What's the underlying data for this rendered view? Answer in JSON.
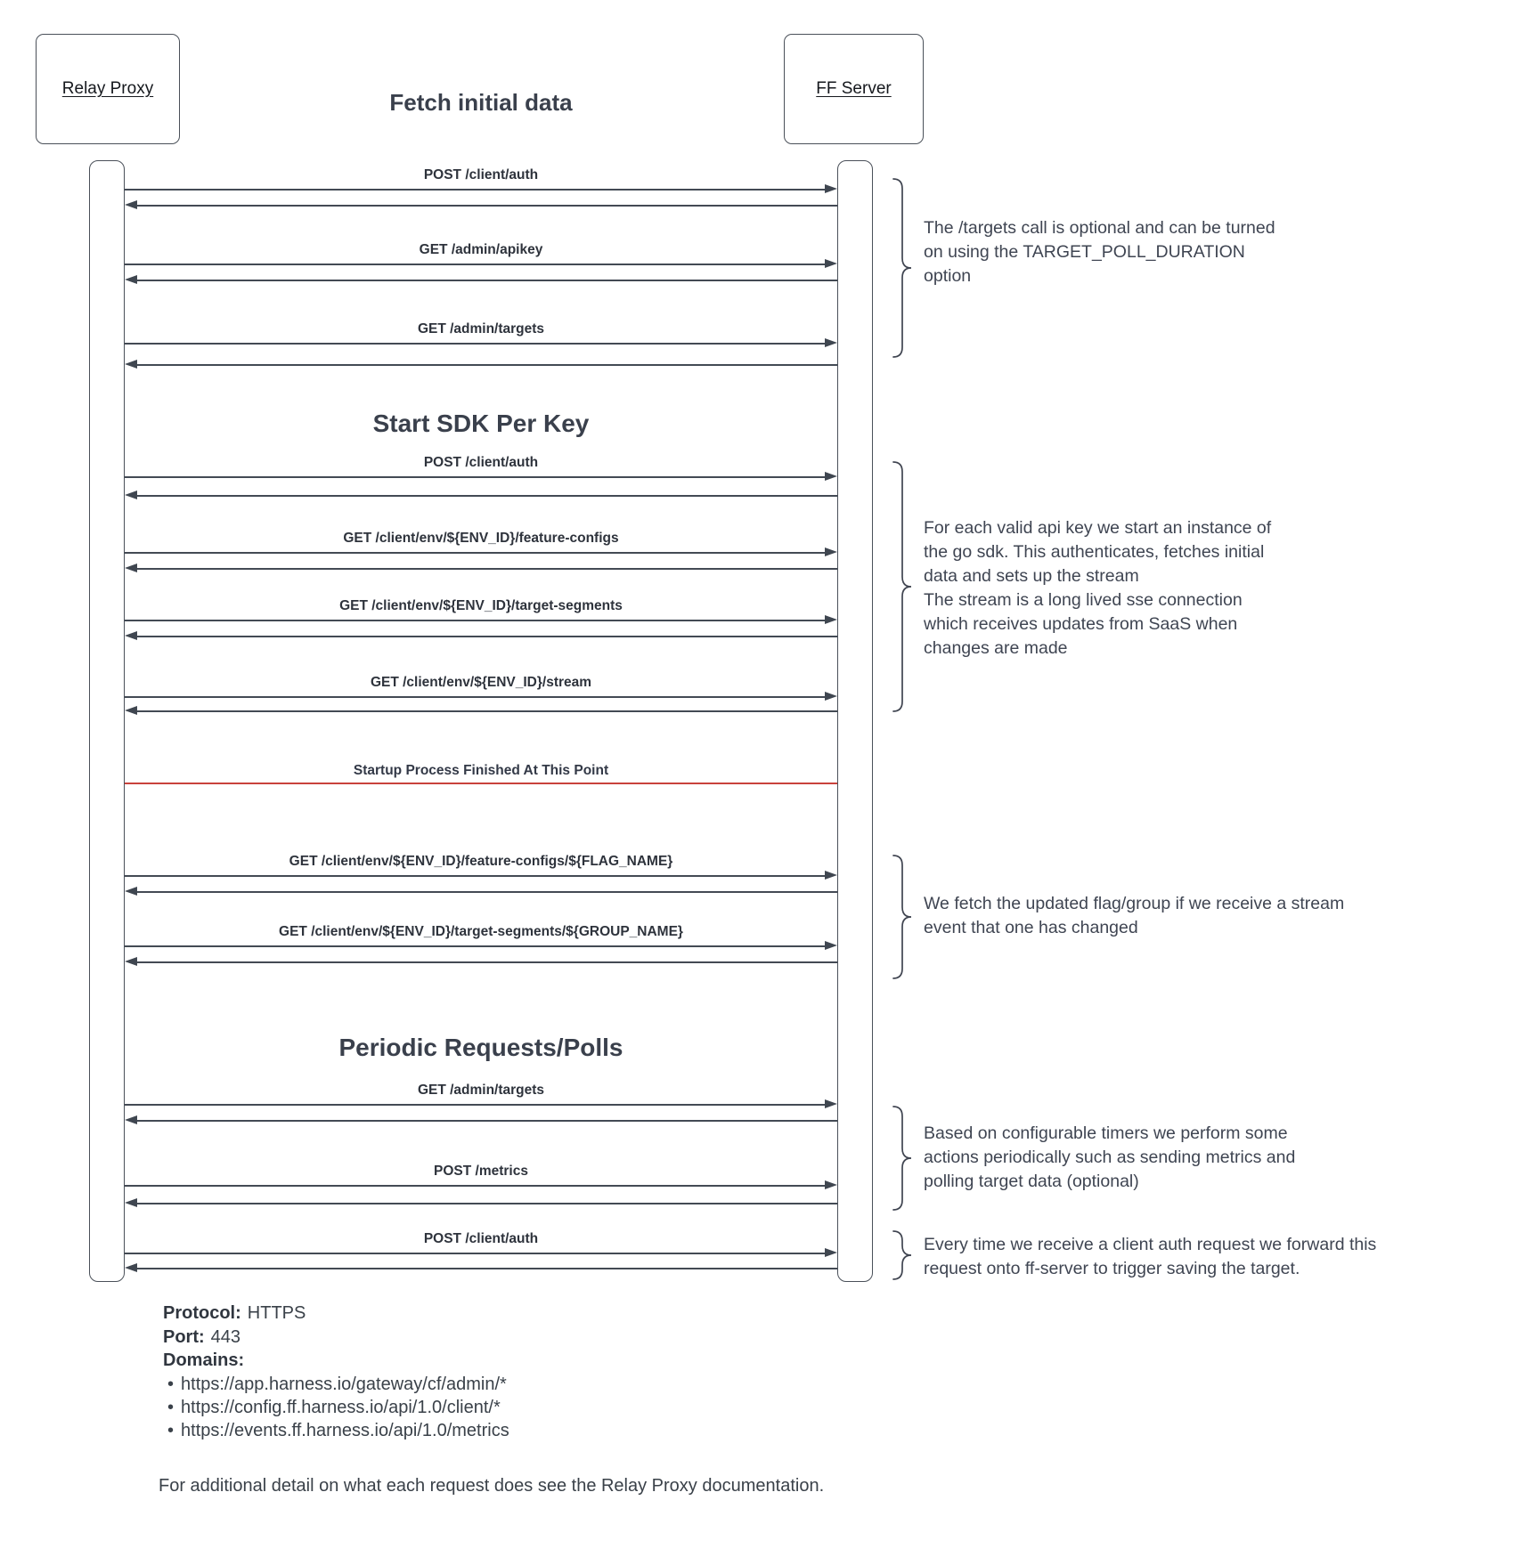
{
  "diagram": {
    "actors": [
      {
        "label": "Relay Proxy"
      },
      {
        "label": "FF Server"
      }
    ],
    "headings": {
      "fetch_initial_data": "Fetch initial data",
      "start_sdk_per_key": "Start SDK Per Key",
      "periodic_requests": "Periodic Requests/Polls"
    },
    "separator": {
      "label": "Startup Process Finished At This Point",
      "color": "#c9423c"
    },
    "messages": [
      {
        "label": "POST /client/auth"
      },
      {
        "label": "GET /admin/apikey"
      },
      {
        "label": "GET /admin/targets"
      },
      {
        "label": "POST /client/auth"
      },
      {
        "label": "GET /client/env/${ENV_ID}/feature-configs"
      },
      {
        "label": "GET /client/env/${ENV_ID}/target-segments"
      },
      {
        "label": "GET /client/env/${ENV_ID}/stream"
      },
      {
        "label": "GET /client/env/${ENV_ID}/feature-configs/${FLAG_NAME}"
      },
      {
        "label": "GET /client/env/${ENV_ID}/target-segments/${GROUP_NAME}"
      },
      {
        "label": "GET /admin/targets"
      },
      {
        "label": "POST /metrics"
      },
      {
        "label": "POST /client/auth"
      }
    ],
    "annotations": [
      {
        "text": "The /targets call is optional and can be turned\non using the TARGET_POLL_DURATION\noption"
      },
      {
        "text": "For each valid api key we start an instance of\nthe go sdk. This authenticates, fetches initial\ndata and sets up the stream\nThe stream is a long lived sse connection\nwhich receives updates from SaaS when\nchanges are made"
      },
      {
        "text": "We fetch the updated flag/group if we receive a stream\nevent that one has changed"
      },
      {
        "text": "Based on configurable timers we perform some\nactions periodically such as sending metrics and\npolling target data (optional)"
      },
      {
        "text": "Every time we receive a client auth request we forward this\nrequest onto ff-server to trigger saving the target."
      }
    ]
  },
  "footer": {
    "protocol_label": "Protocol:",
    "protocol_value": "HTTPS",
    "port_label": "Port:",
    "port_value": "443",
    "domains_label": "Domains:",
    "bullet": "•",
    "domains": [
      "https://app.harness.io/gateway/cf/admin/*",
      "https://config.ff.harness.io/api/1.0/client/*",
      "https://events.ff.harness.io/api/1.0/metrics"
    ],
    "note": "For additional detail on what each request does see the Relay Proxy documentation."
  },
  "colors": {
    "line": "#434a54",
    "text_dark": "#3a404c",
    "annotation_text": "#3f4552",
    "separator_red": "#c9423c"
  }
}
